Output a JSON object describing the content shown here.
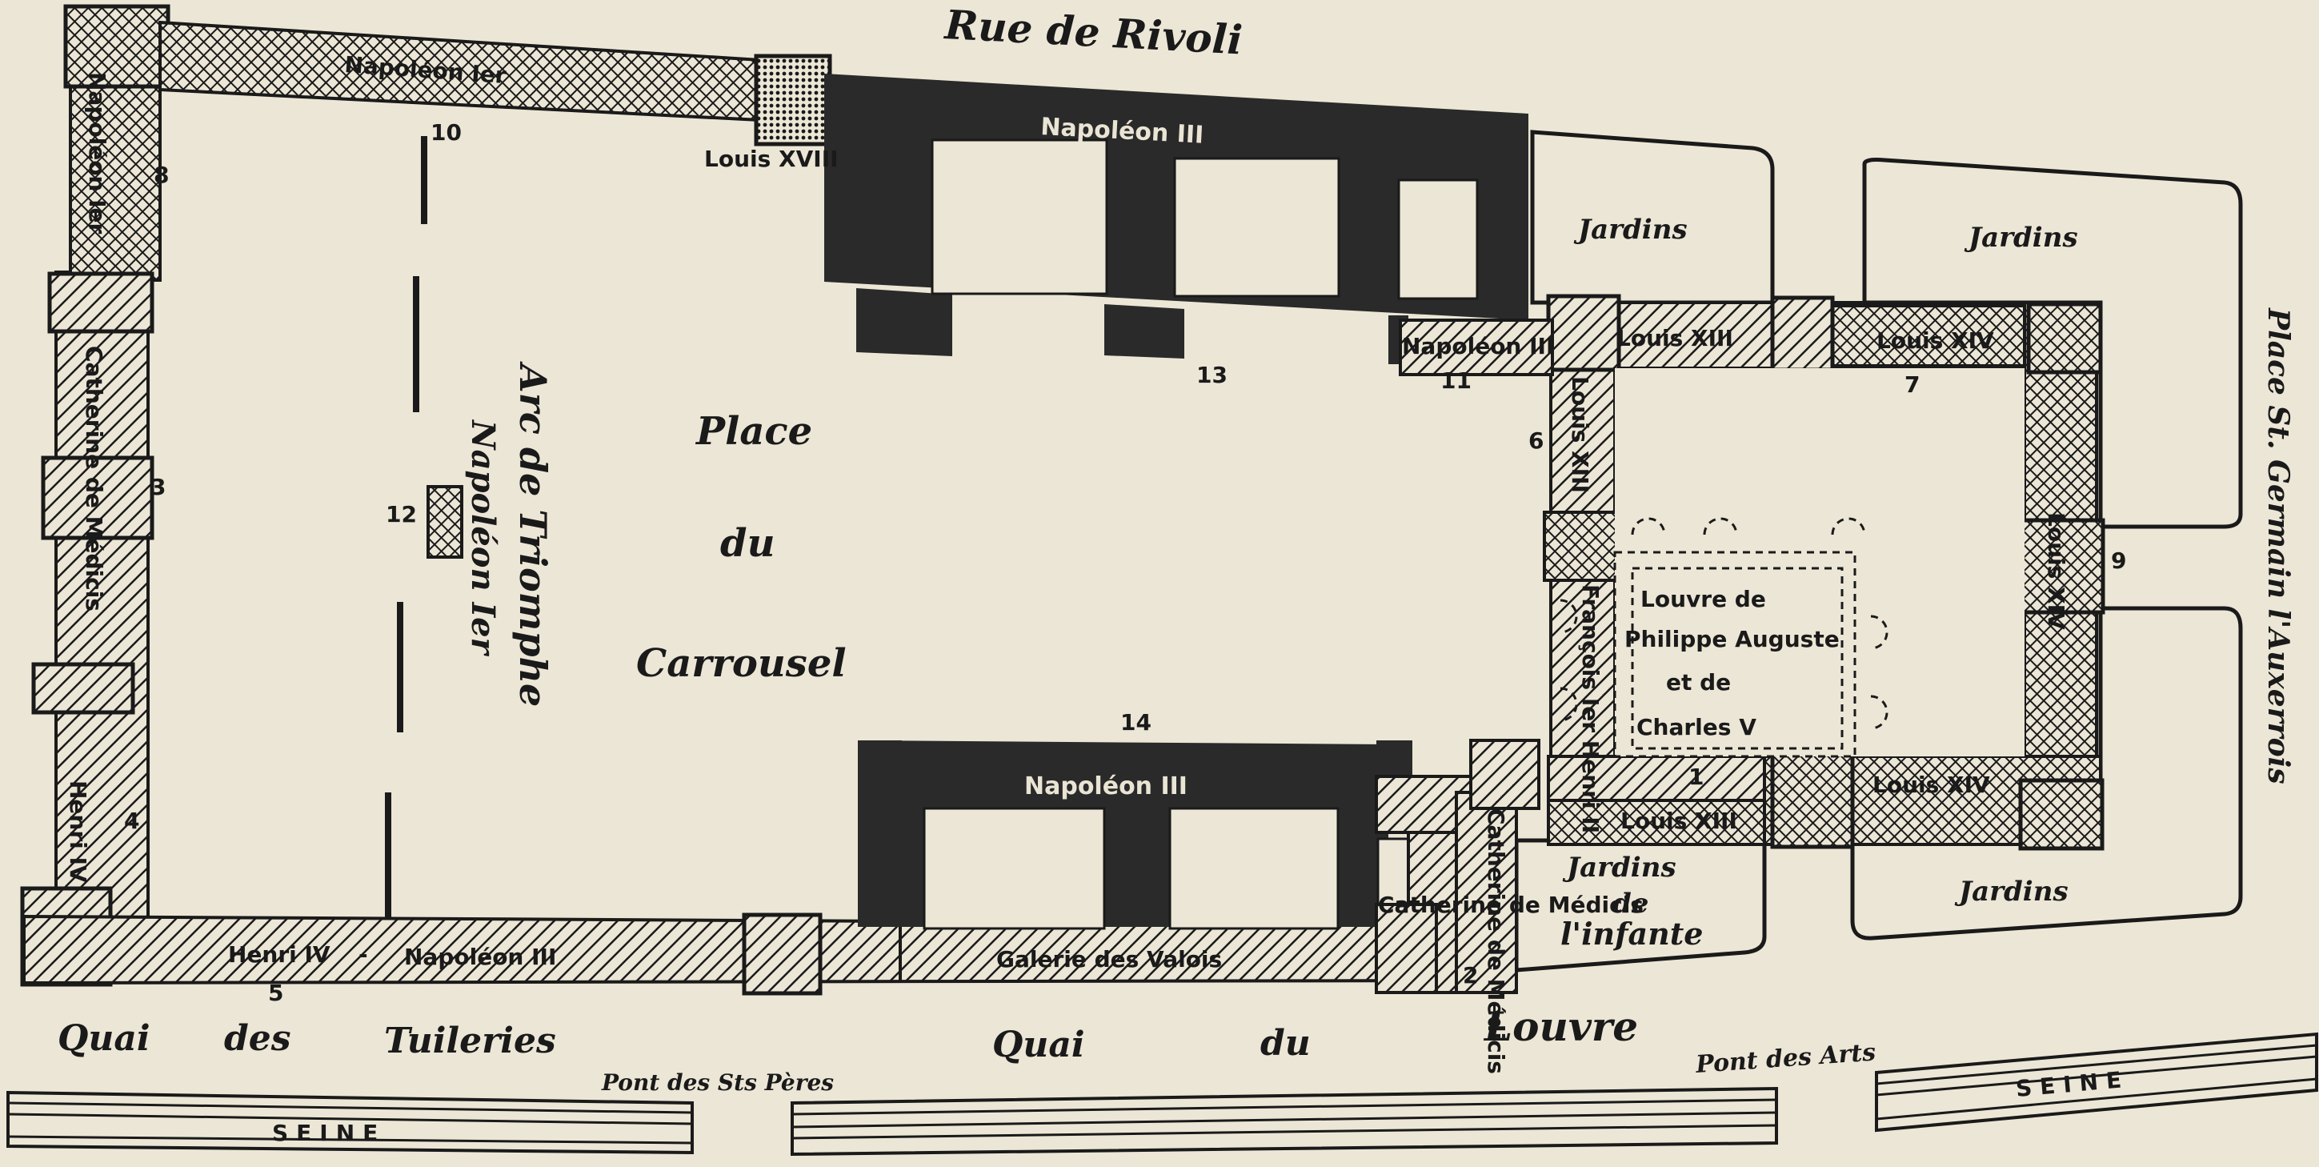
{
  "streets": {
    "rivoli": "Rue de Rivoli",
    "place_st_germain": "Place St. Germain l'Auxerrois",
    "quai_tuileries_1": "Quai",
    "quai_tuileries_2": "des",
    "quai_tuileries_3": "Tuileries",
    "quai_louvre_1": "Quai",
    "quai_louvre_2": "du",
    "quai_louvre_3": "Louvre"
  },
  "place": {
    "line1": "Place",
    "line2": "du",
    "line3": "Carrousel"
  },
  "arc": {
    "line1": "Arc de Triomphe",
    "line2": "Napoléon Ier"
  },
  "wings": {
    "napoleon_1": "Napoléon Ier",
    "louis_xviii": "Louis XVIII",
    "napoleon_iii_north": "Napoléon III",
    "napoleon_iii_south": "Napoléon III",
    "napoleon_iii_small": "Napoléon III",
    "louis_xiii_north": "Louis XIII",
    "louis_xiv_north": "Louis XIV",
    "louis_xiii_west": "Louis XIII",
    "louis_xiii_south": "Louis XIII",
    "louis_xiv_south": "Louis XIV",
    "louis_xiv_east": "Louis XIV",
    "francois_henri": "François Ier Henri II",
    "catherine_west": "Catherine de Médicis",
    "catherine_2": "Catherine de Médicis",
    "catherine_3": "Catherine de Médicis",
    "henri_iv_west": "Henri IV",
    "henri_iv_south": "Henri IV",
    "napoleon_iii_quai": "Napoléon III",
    "dash": "-",
    "galerie_valois": "Galerie des Valois",
    "napoleon_nw": "Napoléon Ier"
  },
  "louvre_philippe": {
    "line1": "Louvre de",
    "line2": "Philippe Auguste",
    "line3": "et de",
    "line4": "Charles V"
  },
  "gardens": {
    "north_1": "Jardins",
    "north_2": "Jardins",
    "south_east": "Jardins",
    "infante_1": "Jardins",
    "infante_2": "de",
    "infante_3": "l'infante"
  },
  "numbers": {
    "n1": "1",
    "n2": "2",
    "n3": "3",
    "n4": "4",
    "n5": "5",
    "n6": "6",
    "n7": "7",
    "n8": "8",
    "n9": "9",
    "n10": "10",
    "n11": "11",
    "n12": "12",
    "n13": "13",
    "n14": "14"
  },
  "bridges": {
    "st_peres": "Pont des Sts Pères",
    "arts": "Pont des Arts"
  },
  "river": {
    "seine_left": "SEINE",
    "seine_right": "SEINE"
  },
  "colors": {
    "paper": "#ece6d6",
    "ink": "#1a1a1a",
    "dark_wing": "#2a2a2a"
  }
}
